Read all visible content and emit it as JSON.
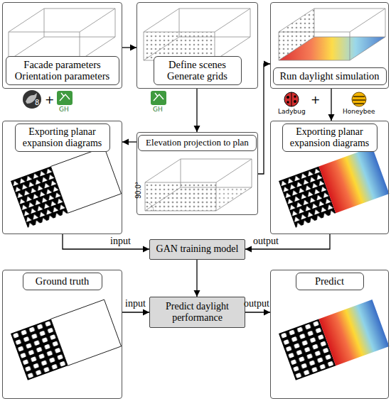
{
  "diagram": {
    "nodes": [
      {
        "text": [
          "Facade parameters Orientation parameters"
        ]
      },
      {
        "text": [
          "Define scenes Generate grids"
        ]
      },
      {
        "text": [
          "Run daylight simulation"
        ]
      },
      {
        "text": [
          "Elevation projection to plan"
        ]
      },
      {
        "text": [
          "Exporting planar expansion diagrams"
        ]
      },
      {
        "text": [
          "Exporting planar expansion diagrams"
        ]
      },
      {
        "text": [
          "GAN training model"
        ]
      },
      {
        "text": [
          "Ground truth"
        ]
      },
      {
        "text": [
          "Predict daylight performance"
        ]
      },
      {
        "text": [
          "Predict"
        ]
      }
    ],
    "edges": [
      {
        "from": 0,
        "to": 1,
        "arrow": "to"
      },
      {
        "from": 1,
        "to": 3,
        "arrow": "to"
      },
      {
        "from": 3,
        "to": 2,
        "arrow": "to"
      },
      {
        "from": 3,
        "to": 4,
        "arrow": "to"
      },
      {
        "from": 2,
        "to": 5,
        "arrow": "to"
      },
      {
        "from": 4,
        "to": 6,
        "label": "input",
        "arrow": "to"
      },
      {
        "from": 5,
        "to": 6,
        "label": "output",
        "arrow": "to"
      },
      {
        "from": 6,
        "to": 8,
        "arrow": "to"
      },
      {
        "from": 7,
        "to": 8,
        "label": "input",
        "arrow": "to"
      },
      {
        "from": 8,
        "to": 9,
        "label": "output",
        "arrow": "to"
      }
    ],
    "labels": [
      "8",
      "+",
      "GH",
      "GH",
      "Ladybug",
      "+",
      "Honeybee",
      "90.0°"
    ]
  }
}
